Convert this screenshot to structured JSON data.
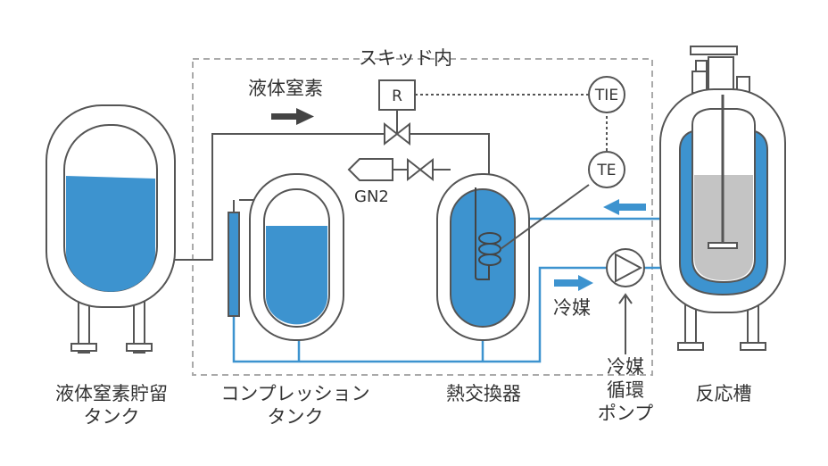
{
  "skid_label": "スキッド内",
  "flow_label": "液体窒素",
  "coolant_label": "冷媒",
  "gas_label": "GN2",
  "instruments": {
    "regulator": "R",
    "indicator": "TIE",
    "sensor": "TE"
  },
  "components": {
    "storage_tank": [
      "液体窒素貯留",
      "タンク"
    ],
    "compression_tank": [
      "コンプレッション",
      "タンク"
    ],
    "heat_exchanger": "熱交換器",
    "pump": [
      "冷媒",
      "循環",
      "ポンプ"
    ],
    "reactor": "反応槽"
  },
  "colors": {
    "liquid": "#3d93cf",
    "outline": "#555555",
    "skid_border": "#aaaaaa",
    "content_gray": "#c4c4c4",
    "text": "#333333"
  }
}
